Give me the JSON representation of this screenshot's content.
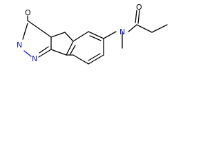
{
  "structure": {
    "atoms": {
      "oxygen_hydroxyl": "O",
      "nitrogen_ring_1": "N",
      "nitrogen_ring_2": "N",
      "nitrogen_amide": "N",
      "oxygen_carbonyl": "O"
    },
    "colors": {
      "bond": "#000000",
      "nitrogen": "#1010d0",
      "background": "#ffffff"
    }
  }
}
